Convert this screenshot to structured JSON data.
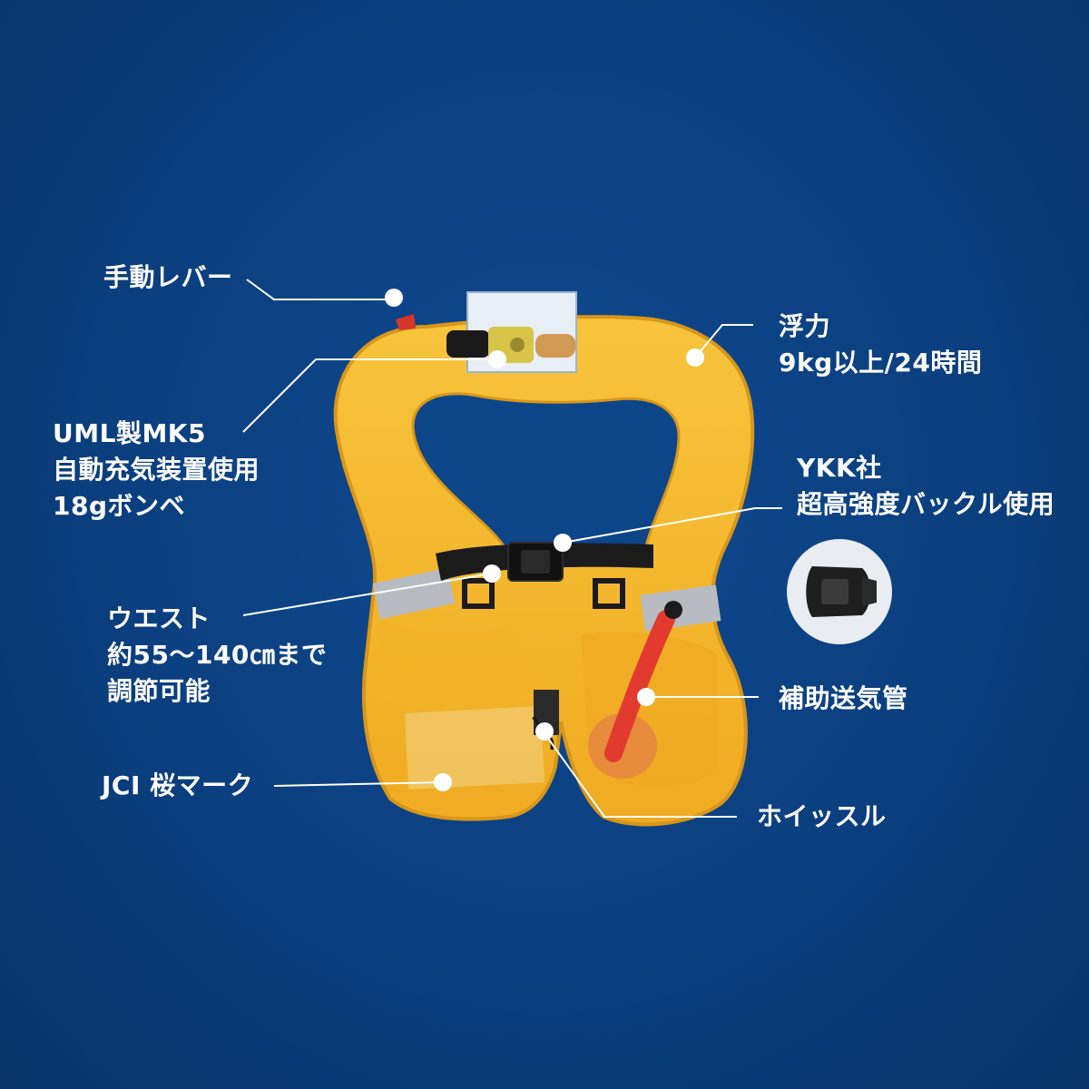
{
  "colors": {
    "background": "#0b3f7f",
    "vest": "#f4b62a",
    "vest_shadow": "#d8961a",
    "label_text": "#ffffff",
    "leader_line": "#ffffff",
    "tube": "#e23a2e"
  },
  "callouts": {
    "manual_lever": {
      "lines": [
        "手動レバー"
      ]
    },
    "buoyancy": {
      "lines": [
        "浮力",
        "9kg以上/24時間"
      ]
    },
    "inflator": {
      "lines": [
        "UML製MK5",
        "自動充気装置使用",
        "18gボンベ"
      ]
    },
    "buckle": {
      "lines": [
        "YKK社",
        "超高強度バックル使用"
      ]
    },
    "waist": {
      "lines": [
        "ウエスト",
        "約55～140㎝まで",
        "調節可能"
      ]
    },
    "oral_tube": {
      "lines": [
        "補助送気管"
      ]
    },
    "jci_mark": {
      "lines": [
        "JCI 桜マーク"
      ]
    },
    "whistle": {
      "lines": [
        "ホイッスル"
      ]
    }
  },
  "icons": {
    "buckle_detail": "buckle-icon",
    "callout_point": "dot-icon"
  }
}
